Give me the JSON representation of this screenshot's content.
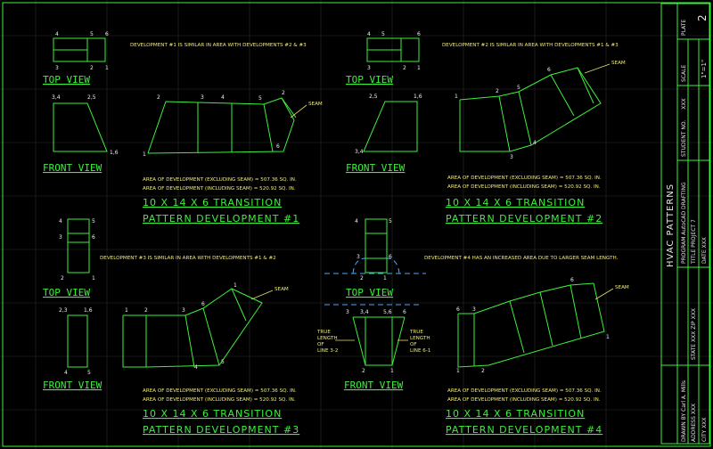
{
  "title_block": {
    "plate_label": "PLATE",
    "plate_no": "2",
    "scale_label": "SCALE",
    "scale_value": "1\"=1\"",
    "student_label": "STUDENT NO.",
    "student_value": "XXX",
    "program_line": "PROGRAM  AutoCAD DRAFTING",
    "title_line": "TITLE    PROJECT 7",
    "date_line": "DATE     XXX",
    "drawing_title": "HVAC PATTERNS",
    "drawn_by": "DRAWN BY  Carl A. Mills",
    "address": "ADDRESS  XXX",
    "city": "CITY  XXX",
    "state_zip": "STATE  XXX  ZIP  XXX"
  },
  "panels": [
    {
      "top_view": "TOP VIEW",
      "front_view": "FRONT VIEW",
      "note": "DEVELOPMENT #1 IS SIMILAR IN AREA WITH DEVELOPMENTS #2 & #3",
      "area_excl": "AREA OF DEVELOPMENT (EXCLUDING SEAM) = 507.36 SQ. IN.",
      "area_incl": "AREA OF DEVELOPMENT (INCLUDING SEAM) = 520.92 SQ. IN.",
      "title1": "10 X 14 X 6 TRANSITION",
      "title2": "PATTERN DEVELOPMENT #1",
      "seam": "SEAM"
    },
    {
      "top_view": "TOP VIEW",
      "front_view": "FRONT VIEW",
      "note": "DEVELOPMENT #2 IS SIMILAR IN AREA WITH DEVELOPMENTS #1 & #3",
      "area_excl": "AREA OF DEVELOPMENT (EXCLUDING SEAM) = 507.36 SQ. IN.",
      "area_incl": "AREA OF DEVELOPMENT (INCLUDING SEAM) = 520.92 SQ. IN.",
      "title1": "10 X 14 X 6 TRANSITION",
      "title2": "PATTERN DEVELOPMENT #2",
      "seam": "SEAM"
    },
    {
      "top_view": "TOP VIEW",
      "front_view": "FRONT VIEW",
      "note": "DEVELOPMENT #3 IS SIMILAR IN AREA WITH DEVELOPMENTS #1 & #2",
      "area_excl": "AREA OF DEVELOPMENT (EXCLUDING SEAM) = 507.36 SQ. IN.",
      "area_incl": "AREA OF DEVELOPMENT (INCLUDING SEAM) = 520.92 SQ. IN.",
      "title1": "10 X 14 X 6 TRANSITION",
      "title2": "PATTERN DEVELOPMENT #3",
      "seam": "SEAM"
    },
    {
      "top_view": "TOP VIEW",
      "front_view": "FRONT VIEW",
      "note": "DEVELOPMENT #4 HAS AN INCREASED AREA DUE TO LARGER SEAM LENGTH.",
      "area_excl": "AREA OF DEVELOPMENT (EXCLUDING SEAM) = 507.36 SQ. IN.",
      "area_incl": "AREA OF DEVELOPMENT (INCLUDING SEAM) = 520.92 SQ. IN.",
      "title1": "10 X 14 X 6 TRANSITION",
      "title2": "PATTERN DEVELOPMENT #4",
      "seam": "SEAM",
      "true_length_a": [
        "TRUE",
        "LENGTH",
        "OF",
        "LINE 3-2"
      ],
      "true_length_b": [
        "TRUE",
        "LENGTH",
        "OF",
        "LINE 6-1"
      ]
    }
  ],
  "point_labels": {
    "p1_top": [
      "4",
      "5",
      "6",
      "3",
      "2",
      "1"
    ],
    "p1_front": [
      "3,4",
      "2,5",
      "1,6"
    ],
    "p1_dev": [
      "2",
      "3",
      "4",
      "5",
      "2",
      "1",
      "6"
    ],
    "p2_top": [
      "4",
      "5",
      "6",
      "3",
      "2",
      "1"
    ],
    "p2_front": [
      "2,5",
      "1,6",
      "3,4"
    ],
    "p2_dev": [
      "1",
      "2",
      "5",
      "6",
      "4",
      "3"
    ],
    "p3_top": [
      "4",
      "5",
      "3",
      "6",
      "2",
      "1"
    ],
    "p3_front": [
      "2,3",
      "1,6",
      "4",
      "5"
    ],
    "p3_dev": [
      "1",
      "2",
      "3",
      "6",
      "1",
      "4",
      "5"
    ],
    "p4_top": [
      "4",
      "5",
      "3",
      "6",
      "2",
      "1"
    ],
    "p4_front": [
      "3",
      "3,4",
      "5,6",
      "6",
      "2",
      "1"
    ],
    "p4_dev": [
      "6",
      "3",
      "6",
      "1",
      "1",
      "2"
    ]
  }
}
